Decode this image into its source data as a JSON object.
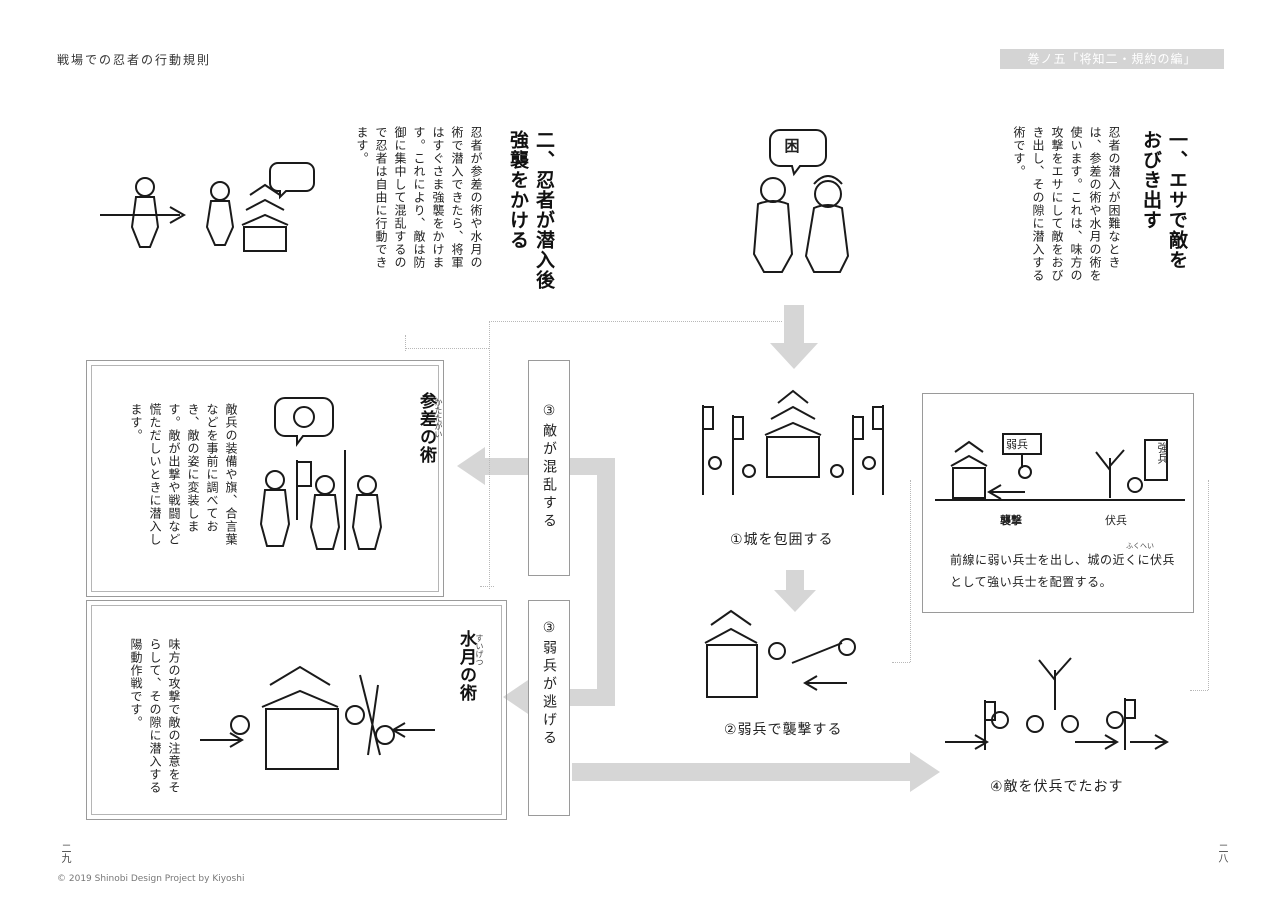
{
  "header": {
    "left_title": "戦場での忍者の行動規則",
    "right_tab": "巻ノ五「将知二・規約の編」"
  },
  "section1": {
    "title": "一、エサで敵を おびき出す",
    "body": "忍者の潜入が困難なときは、参差の術や水月の術を使います。これは、味方の攻撃をエサにして敵をおびき出し、その隙に潜入する術です。"
  },
  "section2": {
    "title": "二、忍者が潜入後 強襲をかける",
    "body": "忍者が参差の術や水月の術で潜入できたら、将軍はすぐさま強襲をかけます。これにより、敵は防御に集中して混乱するので忍者は自由に行動できます。"
  },
  "shinsa": {
    "title": "参差の術",
    "ruby": "かたたがい",
    "body": "敵兵の装備や旗、合言葉などを事前に調べておき、敵の姿に変装します。敵が出撃や戦闘など慌ただしいときに潜入します。"
  },
  "suigetsu": {
    "title": "水月の術",
    "ruby": "すいげつ",
    "body": "味方の攻撃で敵の注意をそらして、その隙に潜入する陽動作戦です。"
  },
  "flow": {
    "label_confused": "③敵が混乱する",
    "label_flee": "③弱兵が逃げる",
    "step1": "①城を包囲する",
    "step2": "②弱兵で襲撃する",
    "step4": "④敵を伏兵でたおす"
  },
  "ambush_box": {
    "text": "前線に弱い兵士を出し、城の近くに伏兵として強い兵士を配置する。",
    "ruby": "ふくへい",
    "sign_weak": "弱兵",
    "sign_strong": "強兵",
    "label_attack": "襲撃",
    "label_ambush": "伏兵"
  },
  "bubble_glyph": "困",
  "footer": {
    "page_left": "二九",
    "page_right": "二八",
    "copyright": "© 2019 Shinobi Design Project by Kiyoshi"
  },
  "colors": {
    "arrow_gray": "#d6d6d6",
    "ink": "#1a1a1a",
    "tab_gray": "#d4d4d4"
  }
}
